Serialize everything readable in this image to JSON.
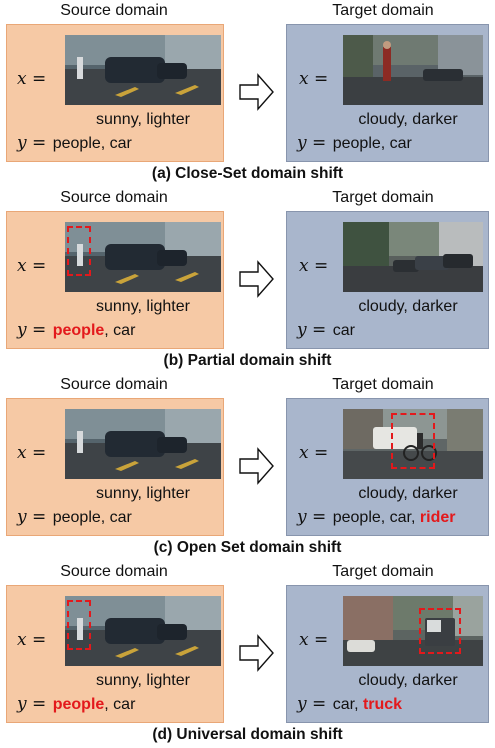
{
  "panels": [
    {
      "source_header": "Source domain",
      "target_header": "Target domain",
      "x_label": "x =",
      "y_label": "y =",
      "source_condition": "sunny, lighter",
      "target_condition": "cloudy, darker",
      "source_labels": {
        "people": "people",
        "rest": ", car"
      },
      "target_labels": {
        "main": "people, car",
        "extra": ""
      },
      "caption": "(a) Close-Set domain shift"
    },
    {
      "source_header": "Source domain",
      "target_header": "Target domain",
      "x_label": "x =",
      "y_label": "y =",
      "source_condition": "sunny, lighter",
      "target_condition": "cloudy, darker",
      "source_labels": {
        "people": "people",
        "rest": ", car"
      },
      "target_labels": {
        "main": "car",
        "extra": ""
      },
      "caption": "(b) Partial domain shift"
    },
    {
      "source_header": "Source domain",
      "target_header": "Target domain",
      "x_label": "x =",
      "y_label": "y =",
      "source_condition": "sunny, lighter",
      "target_condition": "cloudy, darker",
      "source_labels": {
        "people": "people",
        "rest": ", car"
      },
      "target_labels": {
        "main": "people, car, ",
        "extra": "rider"
      },
      "caption": "(c) Open Set domain shift"
    },
    {
      "source_header": "Source domain",
      "target_header": "Target domain",
      "x_label": "x =",
      "y_label": "y =",
      "source_condition": "sunny, lighter",
      "target_condition": "cloudy, darker",
      "source_labels": {
        "people": "people",
        "rest": ", car"
      },
      "target_labels": {
        "main": "car, ",
        "extra": "truck"
      },
      "caption": "(d) Universal domain shift"
    }
  ],
  "colors": {
    "source_box": "#f6c9a5",
    "target_box": "#a9b6cc",
    "highlight": "#e3191c"
  }
}
